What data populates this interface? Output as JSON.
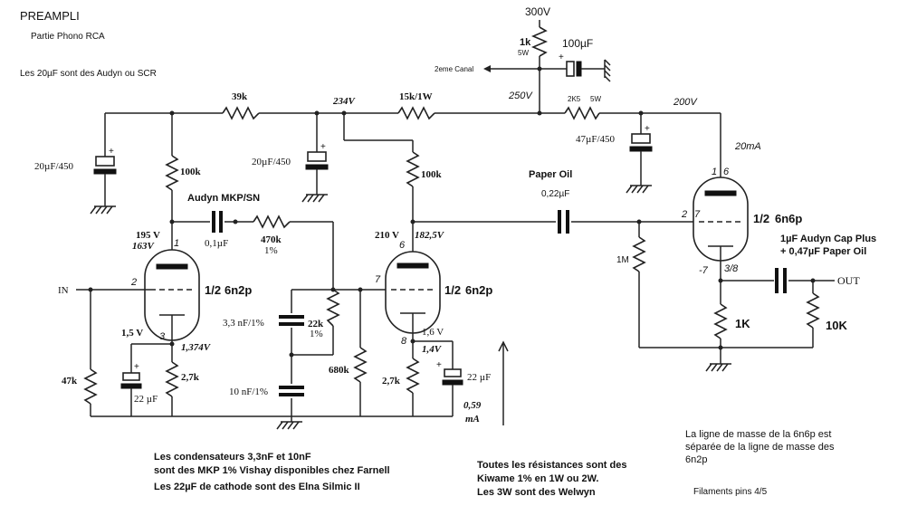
{
  "header": {
    "title": "PREAMPLI",
    "subtitle": "Partie Phono RCA",
    "note": "Les 20µF sont des Audyn ou SCR"
  },
  "supply": {
    "hv": "300V",
    "r_series": "1k",
    "r_series_power": "5W",
    "c_supply": "100µF",
    "second_channel": "2eme Canal",
    "v_250": "250V",
    "r_2k5": "2K5",
    "r_2k5_power": "5W",
    "v_200": "200V",
    "c_47": "47µF/450",
    "i_20": "20mA"
  },
  "stage1": {
    "r_39k": "39k",
    "v_234": "234V",
    "c_20a": "20µF/450",
    "c_20b": "20µF/450",
    "r_100k": "100k",
    "v_anode": "195 V",
    "v_anode_meas": "163V",
    "pin_anode": "1",
    "pin_grid": "2",
    "pin_cath": "3",
    "tube_label": "1/2",
    "tube_type": "6n2p",
    "in_label": "IN",
    "r_47k": "47k",
    "v_cath": "1,5 V",
    "v_cath_meas": "1,374V",
    "c_cath": "22 µF",
    "r_2_7k": "2,7k"
  },
  "riaa": {
    "coupling_brand": "Audyn MKP/SN",
    "c_01": "0,1µF",
    "r_470k": "470k",
    "r_470k_tol": "1%",
    "c_3_3": "3,3 nF/1%",
    "r_22k": "22k",
    "r_22k_tol": "1%",
    "c_10": "10 nF/1%",
    "r_680k": "680k"
  },
  "stage2": {
    "r_15k": "15k/1W",
    "r_100k": "100k",
    "v_anode": "210 V",
    "v_anode_meas": "182,5V",
    "pin_anode": "6",
    "pin_grid": "7",
    "pin_cath": "8",
    "tube_label": "1/2",
    "tube_type": "6n2p",
    "v_cath": "1,6 V",
    "v_cath_meas": "1,4V",
    "r_2_7k": "2,7k",
    "c_cath": "22 µF",
    "i_meas": "0,59",
    "i_unit": "mA"
  },
  "stage3": {
    "coupling_type": "Paper Oil",
    "c_022": "0,22µF",
    "r_1m": "1M",
    "pin_anode": "1",
    "pin_anode2": "6",
    "pin_grid": "2",
    "pin_grid2": "7",
    "pin_cath": "-7",
    "pin_cath2": "3/8",
    "tube_label": "1/2",
    "tube_type": "6n6p",
    "out_cap1": "1µF Audyn Cap Plus",
    "out_cap2": "+ 0,47µF Paper Oil",
    "out_label": "OUT",
    "r_1k": "1K",
    "r_10k": "10K"
  },
  "notes": {
    "caps_line1": "Les condensateurs 3,3nF et 10nF",
    "caps_line2": "sont des MKP 1% Vishay disponibles chez Farnell",
    "caps_line3": "Les 22µF de cathode sont des Elna Silmic II",
    "res_line1": "Toutes les résistances sont des",
    "res_line2": "Kiwame 1% en 1W ou 2W.",
    "res_line3": "Les 3W sont des Welwyn",
    "mass_line1": "La ligne de masse de la 6n6p est",
    "mass_line2": "séparée de la ligne de masse des",
    "mass_line3": "6n2p",
    "filaments": "Filaments pins 4/5"
  }
}
